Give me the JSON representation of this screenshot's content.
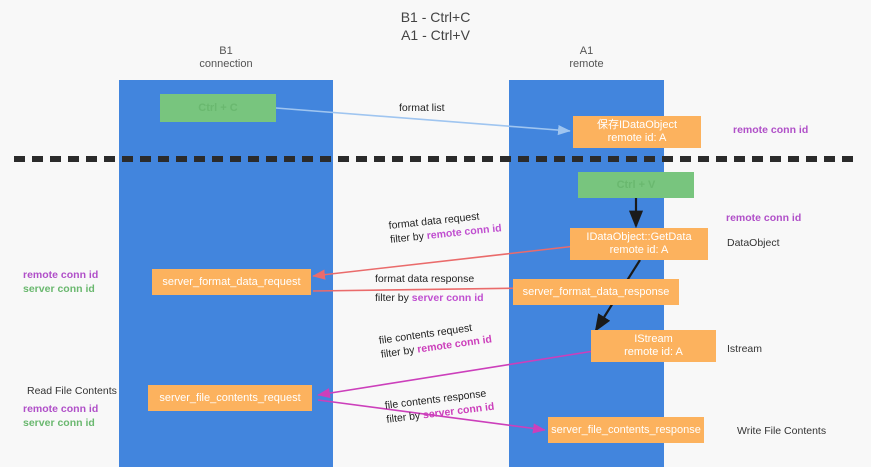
{
  "title": {
    "line1": "B1 - Ctrl+C",
    "line2": "A1 - Ctrl+V"
  },
  "columns": [
    {
      "name": "B1",
      "role": "connection"
    },
    {
      "name": "A1",
      "role": "remote"
    }
  ],
  "nodes": {
    "ctrl_c": {
      "label": "Ctrl + C",
      "color": "#78c57e"
    },
    "ctrl_v": {
      "label": "Ctrl + V",
      "color": "#78c57e"
    },
    "save_dataobject": {
      "line1": "保存IDataObject",
      "line2": "remote id: A",
      "color": "#fcb25e"
    },
    "getdata": {
      "line1": "IDataObject::GetData",
      "line2": "remote id: A",
      "color": "#fcb25e"
    },
    "server_format_data_request": {
      "label": "server_format_data_request",
      "color": "#fcb25e"
    },
    "server_format_data_response": {
      "label": "server_format_data_response",
      "color": "#fcb25e"
    },
    "istream": {
      "line1": "IStream",
      "line2": "remote id: A",
      "color": "#fcb25e"
    },
    "server_file_contents_request": {
      "label": "server_file_contents_request",
      "color": "#fcb25e"
    },
    "server_file_contents_response": {
      "label": "server_file_contents_response",
      "color": "#fcb25e"
    }
  },
  "edge_labels": {
    "format_list": "format list",
    "format_data_request": "format data request",
    "format_data_request_filter_prefix": "filter by ",
    "format_data_request_filter_key": "remote conn id",
    "format_data_response": "format data response",
    "format_data_response_filter_prefix": "filter by ",
    "format_data_response_filter_key": "server conn id",
    "file_contents_request": "file contents request",
    "file_contents_request_filter_prefix": "filter by ",
    "file_contents_request_filter_key": "remote conn id",
    "file_contents_response": "file contents response",
    "file_contents_response_filter_prefix": "filter by ",
    "file_contents_response_filter_key": "server conn id"
  },
  "side_labels": {
    "right_remote_conn_id_top": "remote conn id",
    "right_remote_conn_id_mid": "remote conn id",
    "right_dataobject": "DataObject",
    "right_istream": "Istream",
    "right_write_file_contents": "Write File Contents",
    "left_remote_conn_id_mid": "remote conn id",
    "left_server_conn_id_mid": "server conn id",
    "left_read_file_contents": "Read File Contents",
    "left_remote_conn_id_bottom": "remote conn id",
    "left_server_conn_id_bottom": "server conn id"
  },
  "colors": {
    "lane": "#4285dd",
    "green_node": "#78c57e",
    "orange_node": "#fcb25e",
    "arrow_blue": "#9fc5f0",
    "arrow_red": "#ea6b6b",
    "arrow_magenta": "#cc3fbb",
    "arrow_black": "#1a1a1a",
    "highlight_purple": "#b04fc8",
    "highlight_green": "#6ab86f",
    "divider": "#2b2b2b",
    "background": "#f8f8f8"
  }
}
